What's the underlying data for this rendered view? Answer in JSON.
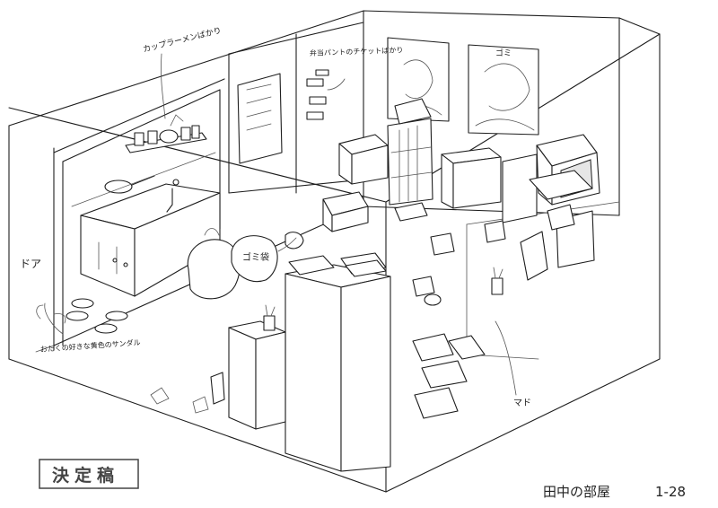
{
  "labels": {
    "cup_ramen": "カップラーメンばかり",
    "bento": "弁当パントのチケットばかり",
    "door": "ドア",
    "sandals": "おたくの好きな黄色のサンダル",
    "trash_bag": "ゴミ袋",
    "window": "マド",
    "title": "田中の部屋",
    "cut_number": "1-28",
    "stamp": "決定稿"
  },
  "poster_text": "ゴミ"
}
